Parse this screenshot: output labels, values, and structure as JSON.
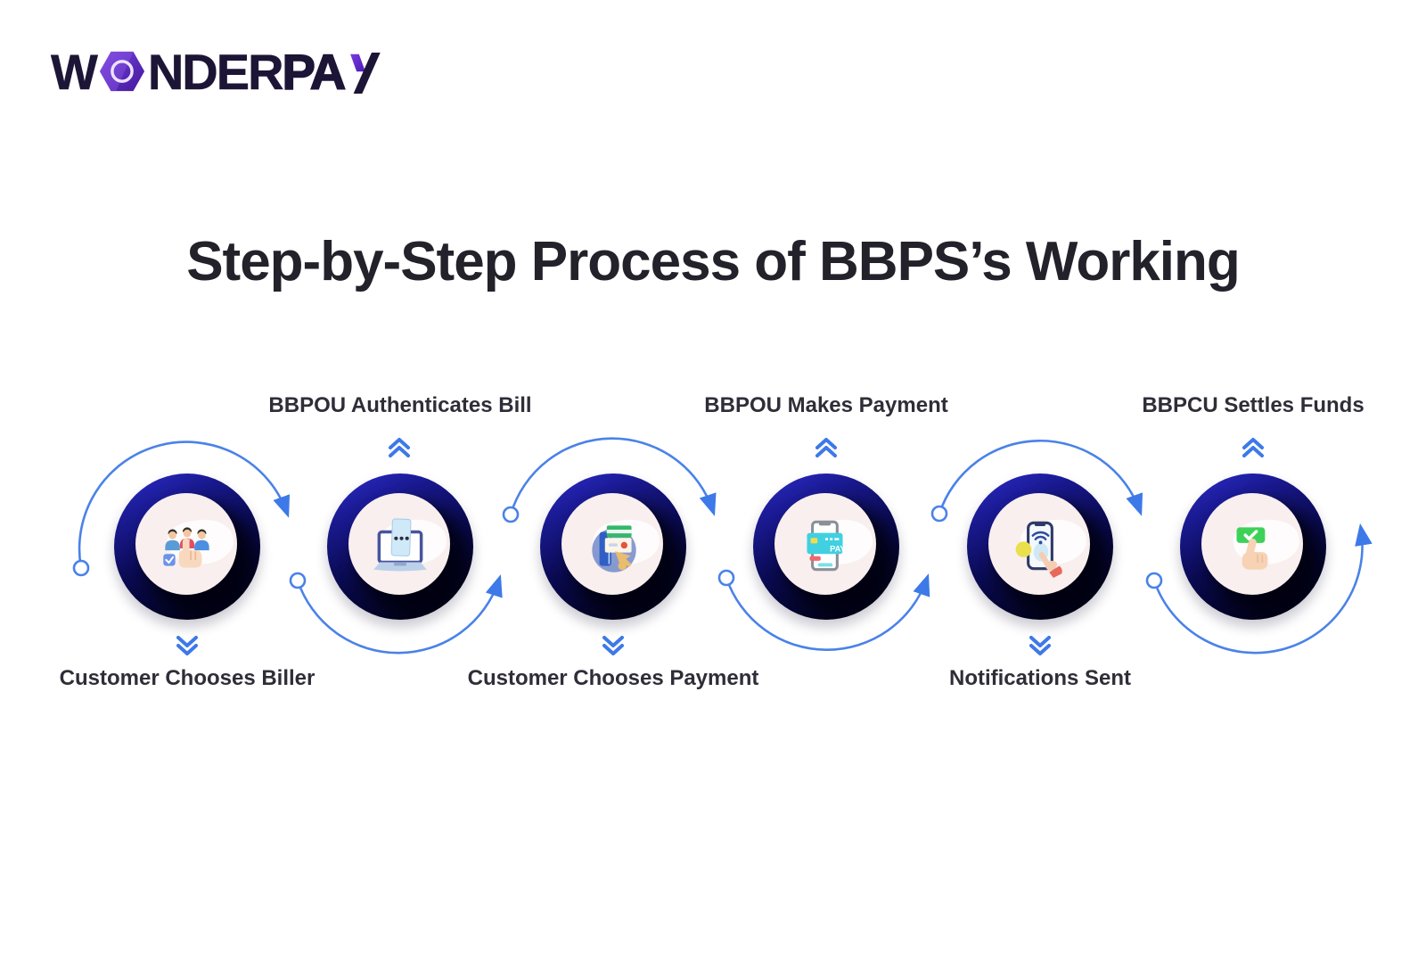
{
  "logo": {
    "text": "WONDERPAY",
    "part1": "W",
    "part2": "NDER",
    "part3": "PA",
    "hexagon_icon": "hexagon-o-icon",
    "y_icon": "stylized-y-icon"
  },
  "title": "Step-by-Step Process of BBPS’s Working",
  "colors": {
    "brand_purple": "#6a35d8",
    "logo_navy": "#1d1535",
    "ring_navy_light": "#2d2dd0",
    "ring_navy_dark": "#02021c",
    "inner_circle": "#f8efee",
    "connector_blue": "#4a82e8",
    "title_text": "#232129",
    "label_text": "#2f2e38",
    "success_green": "#3ed158"
  },
  "steps": [
    {
      "id": 1,
      "label": "Customer Chooses Biller",
      "label_position": "bottom",
      "icon": "customer-chooses-biller-icon"
    },
    {
      "id": 2,
      "label": "BBPOU Authenticates Bill",
      "label_position": "top",
      "icon": "bbpou-authenticates-bill-icon"
    },
    {
      "id": 3,
      "label": "Customer Chooses Payment",
      "label_position": "bottom",
      "icon": "customer-chooses-payment-icon"
    },
    {
      "id": 4,
      "label": "BBPOU Makes Payment",
      "label_position": "top",
      "icon": "bbpou-makes-payment-icon",
      "icon_text": "PAY"
    },
    {
      "id": 5,
      "label": "Notifications Sent",
      "label_position": "bottom",
      "icon": "notifications-sent-icon"
    },
    {
      "id": 6,
      "label": "BBPCU Settles Funds",
      "label_position": "top",
      "icon": "bbpcu-settles-funds-icon"
    }
  ]
}
